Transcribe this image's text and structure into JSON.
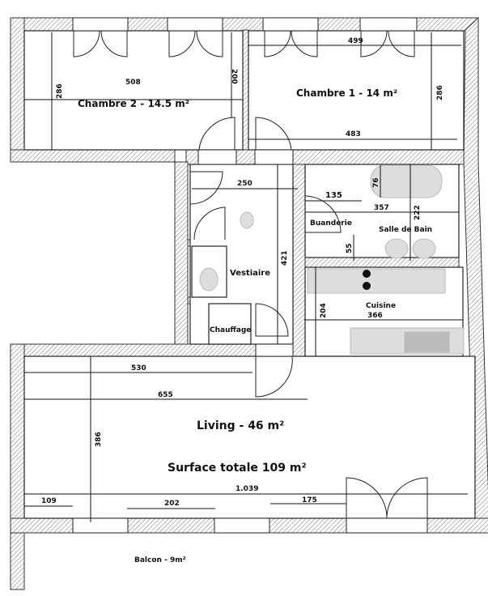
{
  "title": "Floor plan",
  "rooms": {
    "chambre2": "Chambre 2 - 14.5 m²",
    "chambre1": "Chambre 1 - 14 m²",
    "buanderie": "Buanderie",
    "salle_de_bain": "Salle de Bain",
    "vestiaire": "Vestiaire",
    "chauffage": "Chauffage",
    "cuisine": "Cuisine",
    "living": "Living - 46 m²",
    "surface_totale": "Surface totale 109 m²",
    "balcon": "Balcon - 9m²"
  },
  "dimensions": {
    "ch2_width": "508",
    "ch2_height": "286",
    "ch2_door": "200",
    "ch1_top": "499",
    "ch1_bottom": "483",
    "ch1_height": "286",
    "corridor_width": "250",
    "corridor_height": "421",
    "buanderie_width": "135",
    "bath_tub": "76",
    "sdb_width": "357",
    "sdb_height": "222",
    "sdb_wall": "55",
    "cuisine_width": "366",
    "cuisine_height": "204",
    "living_530": "530",
    "living_655": "655",
    "living_height": "386",
    "living_total": "1.039",
    "wall_109": "109",
    "wall_202": "202",
    "wall_175": "175"
  }
}
